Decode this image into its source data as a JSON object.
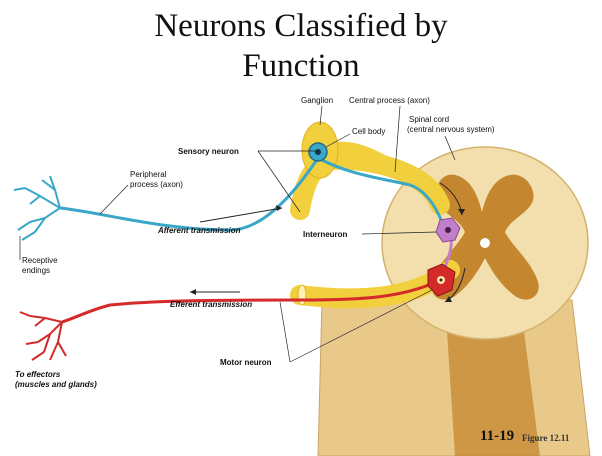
{
  "title": {
    "line1": "Neurons Classified by",
    "line2": "Function"
  },
  "labels": {
    "ganglion": "Ganglion",
    "central_process": "Central process (axon)",
    "cell_body": "Cell body",
    "spinal_cord_1": "Spinal cord",
    "spinal_cord_2": "(central nervous system)",
    "sensory_neuron": "Sensory neuron",
    "peripheral_1": "Peripheral",
    "peripheral_2": "process (axon)",
    "afferent": "Afferent transmission",
    "interneuron": "Interneuron",
    "receptive_1": "Receptive",
    "receptive_2": "endings",
    "efferent": "Efferent transmission",
    "motor_neuron": "Motor neuron",
    "effectors_1": "To effectors",
    "effectors_2": "(muscles and glands)"
  },
  "footer": {
    "slide_number": "11-19",
    "figure_ref": "Figure 12.11"
  },
  "colors": {
    "sensory": "#3aa6c8",
    "motor": "#d42a2a",
    "interneuron": "#c07fc8",
    "grey_matter": "#c4862e",
    "white_matter": "#f3dfae",
    "nerve": "#f2cf3c"
  }
}
